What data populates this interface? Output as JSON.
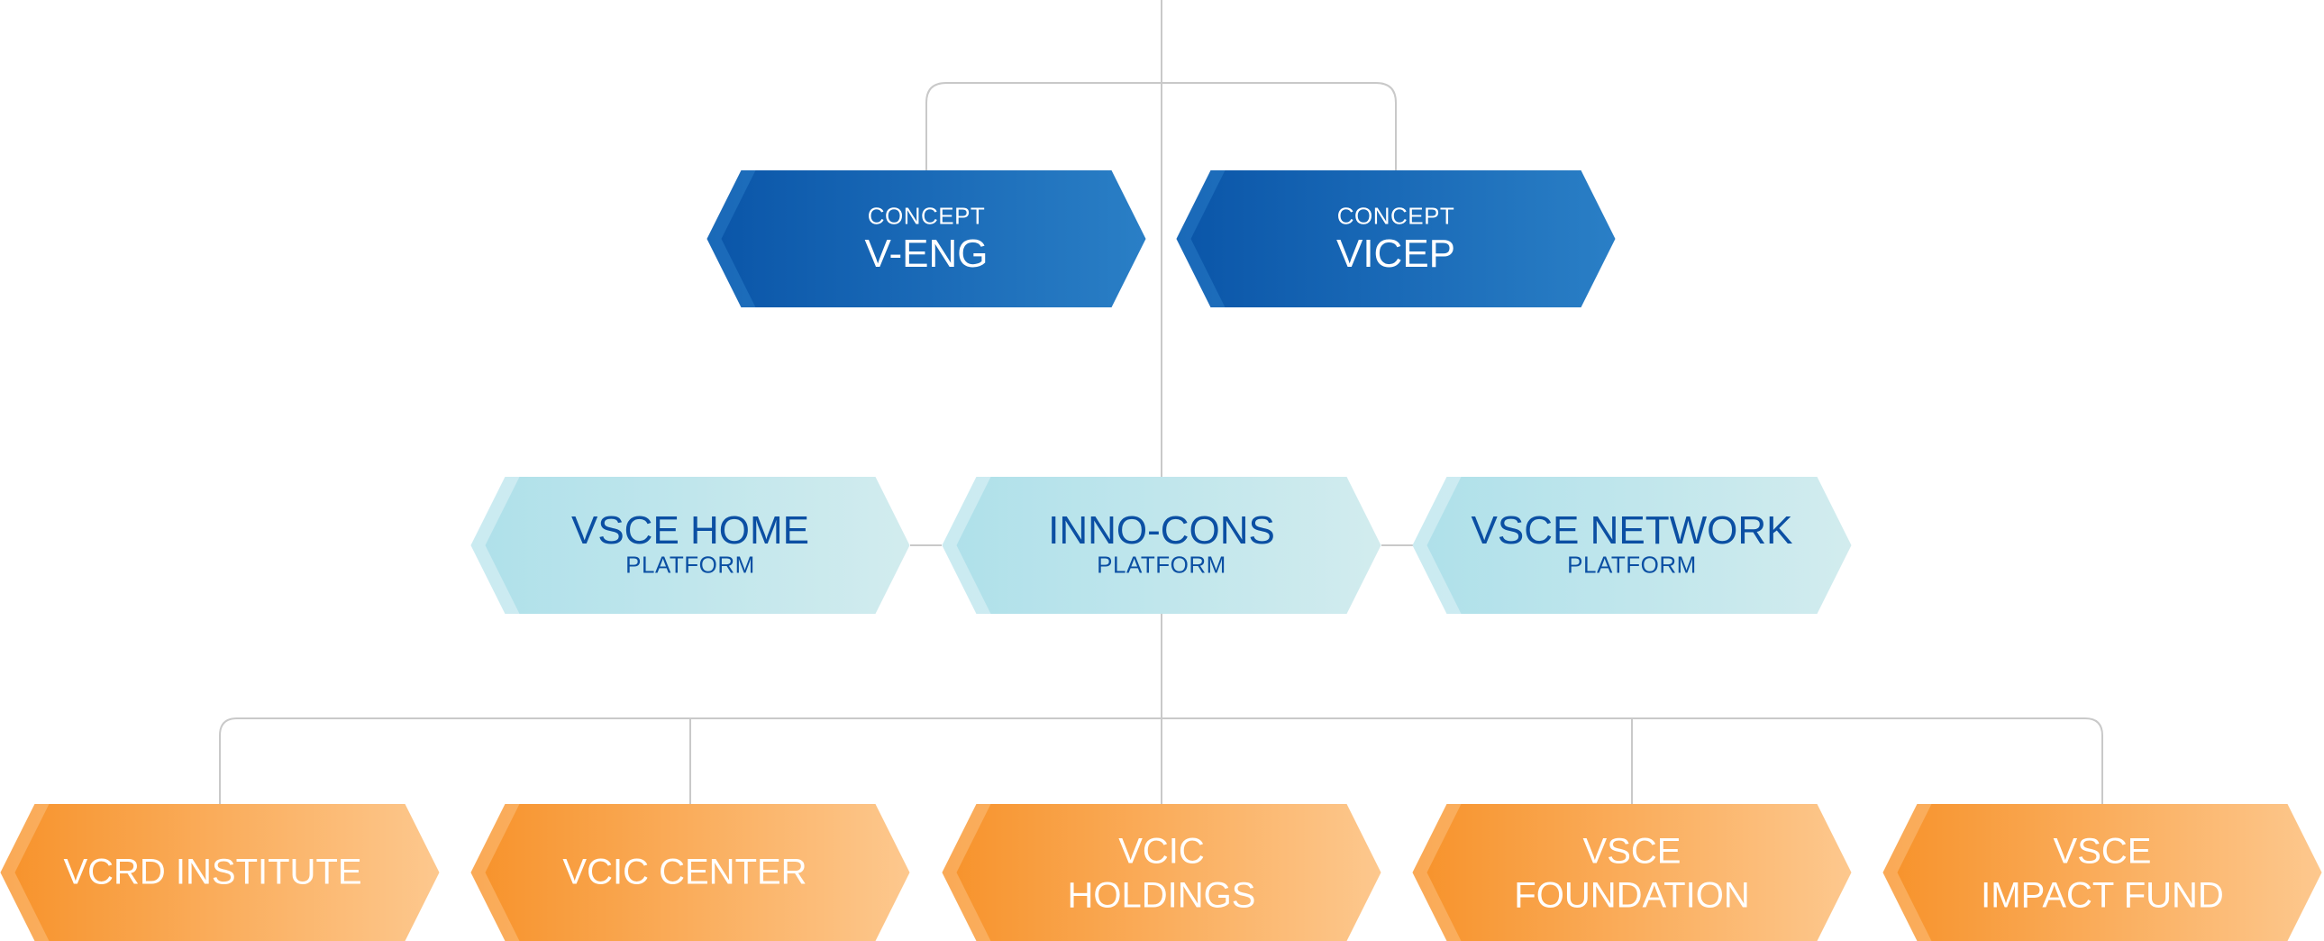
{
  "diagram": {
    "colors": {
      "line": "#c9c9c9",
      "blue_dark": "#0a55a8",
      "blue_light": "#2a7fc6",
      "cyan_dark": "#aee0ea",
      "cyan_light": "#d2ecee",
      "orange_dark": "#f7922a",
      "orange_light": "#fdc88e",
      "text_white": "#ffffff",
      "text_navy": "#0b4fa3"
    },
    "concepts": [
      {
        "prefix": "CONCEPT",
        "name": "V-ENG"
      },
      {
        "prefix": "CONCEPT",
        "name": "VICEP"
      }
    ],
    "platforms": [
      {
        "name": "VSCE HOME",
        "suffix": "PLATFORM"
      },
      {
        "name": "INNO-CONS",
        "suffix": "PLATFORM"
      },
      {
        "name": "VSCE NETWORK",
        "suffix": "PLATFORM"
      }
    ],
    "entities": [
      {
        "lines": [
          "VCRD INSTITUTE"
        ]
      },
      {
        "lines": [
          "VCIC CENTER"
        ]
      },
      {
        "lines": [
          "VCIC",
          "HOLDINGS"
        ]
      },
      {
        "lines": [
          "VSCE",
          "FOUNDATION"
        ]
      },
      {
        "lines": [
          "VSCE",
          "IMPACT FUND"
        ]
      }
    ]
  }
}
